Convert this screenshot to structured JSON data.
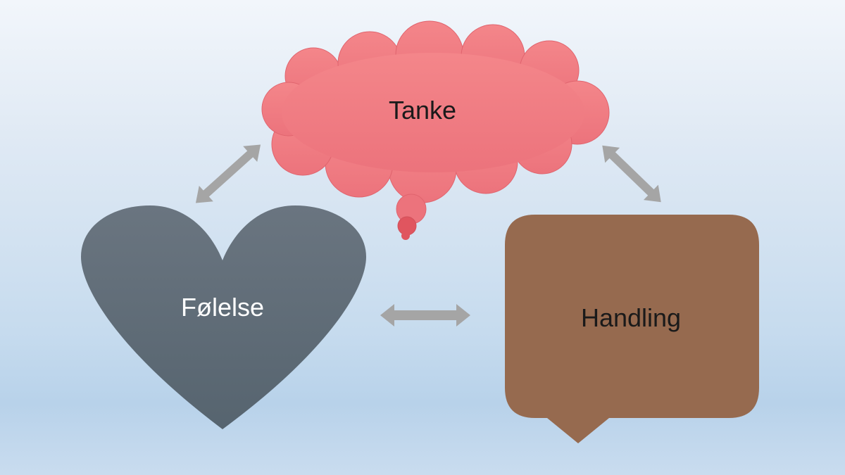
{
  "nodes": {
    "thought": {
      "label": "Tanke",
      "color": "#f07f86"
    },
    "feeling": {
      "label": "Følelse",
      "color": "#5d6b78"
    },
    "action": {
      "label": "Handling",
      "color": "#966a4f"
    }
  },
  "connector_color": "#a5a5a5"
}
